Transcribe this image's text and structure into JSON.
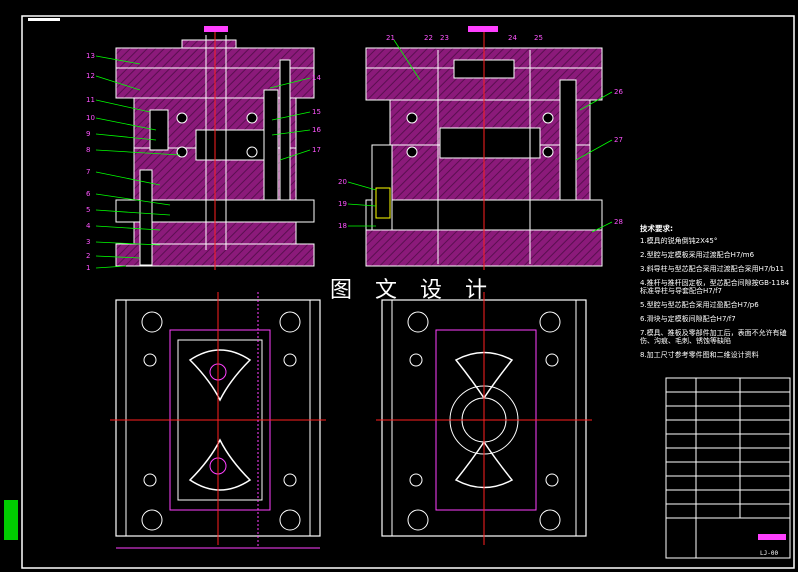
{
  "watermark": "图 文 设 计",
  "tech_requirements": {
    "title": "技术要求:",
    "lines": [
      "1.模具的锐角倒钝2X45°",
      "2.型腔与定模板采用过渡配合H7/m6",
      "3.斜导柱与型芯配合采用过渡配合采用H7/b11",
      "4.推杆与推杆固定板，型芯配合间隙按GB-1184标准导柱与导套配合H7/f7",
      "5.型腔与型芯配合采用过盈配合H7/p6",
      "6.滑块与定模板间隙配合H7/f7",
      "7.模具、推板及零部件加工后，表面不允许有磕伤、沟痕、毛刺、锈蚀等缺陷",
      "8.加工尺寸参考零件图和二维设计资料"
    ]
  },
  "callouts_left": [
    "13",
    "12",
    "11",
    "10",
    "9",
    "8",
    "7",
    "6",
    "5",
    "4",
    "3",
    "2",
    "1",
    "14",
    "15",
    "16",
    "17"
  ],
  "callouts_right": [
    "21",
    "22",
    "23",
    "24",
    "25",
    "26",
    "27",
    "20",
    "19",
    "18",
    "28"
  ],
  "title_block": {
    "drawing_no": "LJ-00"
  },
  "colors": {
    "bg": "#000000",
    "line": "#ffffff",
    "hatch": "#8b1a7a",
    "center": "#ff2020",
    "dim": "#ff40ff",
    "callout": "#ff55ff",
    "green": "#00ff00",
    "yellow": "#ffff00",
    "blue": "#4a7cff"
  }
}
